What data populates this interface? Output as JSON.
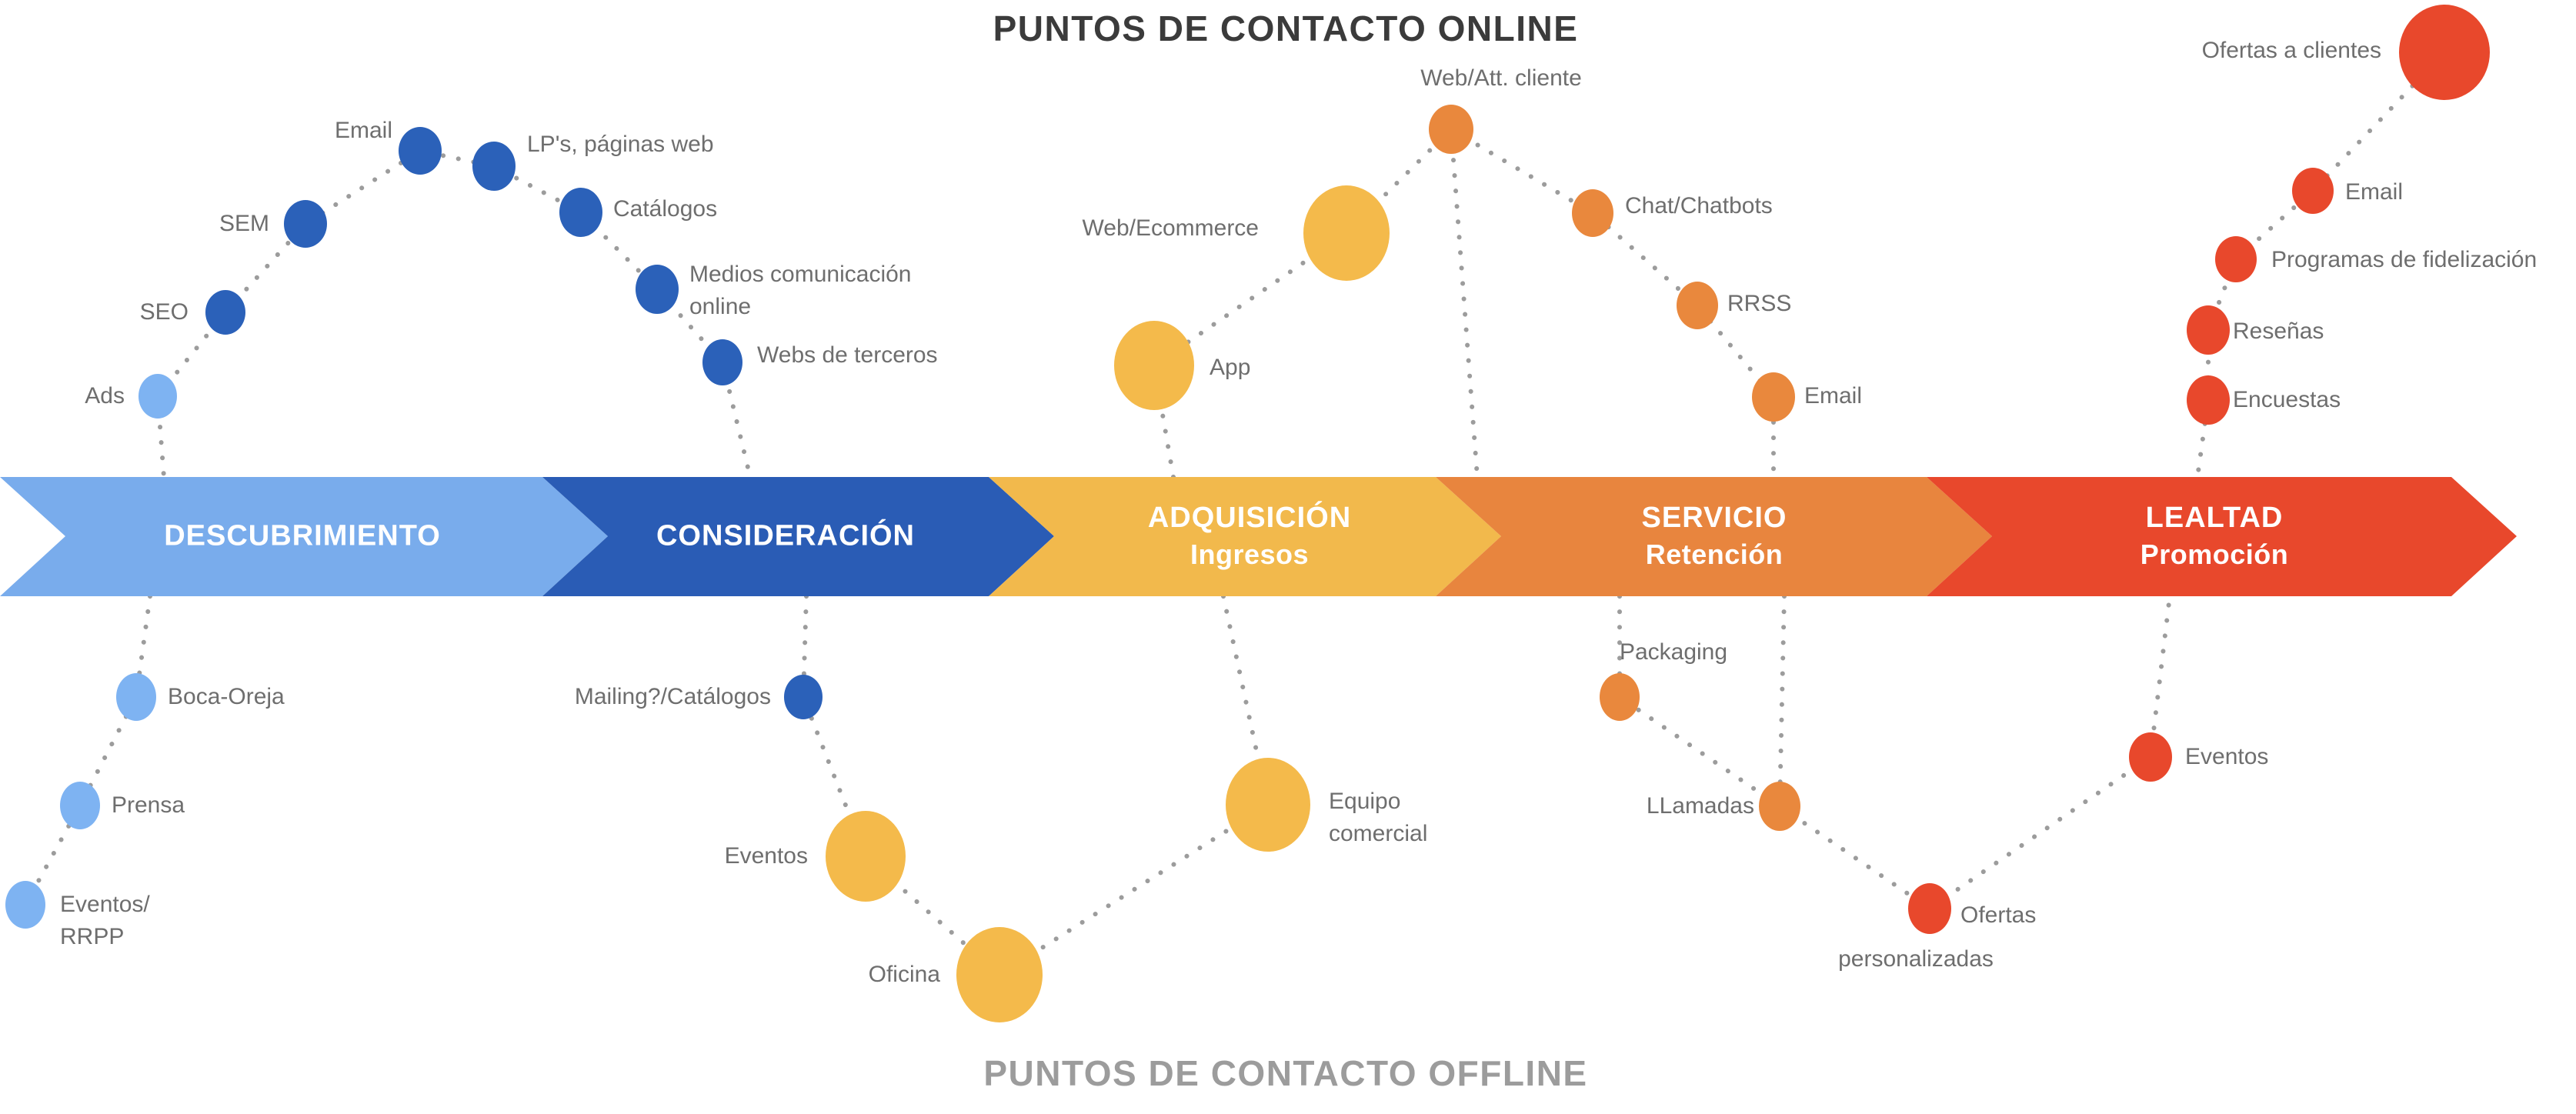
{
  "titles": {
    "online": "PUNTOS DE CONTACTO ONLINE",
    "offline": "PUNTOS DE CONTACTO OFFLINE"
  },
  "colors": {
    "stage_discovery": "#79ACEC",
    "stage_consideration": "#2A5CB5",
    "stage_acquisition": "#F2B94C",
    "stage_service": "#E8853E",
    "stage_loyalty": "#E8482C",
    "dot_light_blue": "#7EB3F2",
    "dot_dark_blue": "#2B61B9",
    "dot_yellow": "#F4BA4B",
    "dot_orange": "#E9883D",
    "dot_red": "#E8482C",
    "dotted_line": "#9C9C9C",
    "label_text": "#6E6E6E",
    "title_online": "#3B3B3B",
    "title_offline": "#9C9C9C",
    "stage_text": "#FFFFFF"
  },
  "stages": [
    {
      "label": "DESCUBRIMIENTO",
      "sublabel": "",
      "color": "#79ACEC",
      "online": [
        {
          "label": "Ads"
        },
        {
          "label": "SEO"
        },
        {
          "label": "SEM"
        },
        {
          "label": "Email"
        }
      ],
      "offline": [
        {
          "label": "Boca-Oreja"
        },
        {
          "label": "Prensa"
        },
        {
          "label": "Eventos/",
          "label2": "RRPP"
        }
      ]
    },
    {
      "label": "CONSIDERACIÓN",
      "sublabel": "",
      "color": "#2A5CB5",
      "online": [
        {
          "label": "LP's, páginas web"
        },
        {
          "label": "Catálogos"
        },
        {
          "label": "Medios comunicación",
          "label2": "online"
        },
        {
          "label": "Webs de terceros"
        }
      ],
      "offline": [
        {
          "label": "Mailing?/Catálogos"
        },
        {
          "label": "Eventos"
        },
        {
          "label": "Oficina"
        }
      ]
    },
    {
      "label": "ADQUISICIÓN",
      "sublabel": "Ingresos",
      "color": "#F2B94C",
      "online": [
        {
          "label": "Web/Ecommerce"
        },
        {
          "label": "App"
        }
      ],
      "offline": [
        {
          "label": "Equipo",
          "label2": "comercial"
        }
      ]
    },
    {
      "label": "SERVICIO",
      "sublabel": "Retención",
      "color": "#E8853E",
      "online": [
        {
          "label": "Web/Att. cliente"
        },
        {
          "label": "Chat/Chatbots"
        },
        {
          "label": "RRSS"
        },
        {
          "label": "Email"
        }
      ],
      "offline": [
        {
          "label": "Packaging"
        },
        {
          "label": "LLamadas"
        }
      ]
    },
    {
      "label": "LEALTAD",
      "sublabel": "Promoción",
      "color": "#E8482C",
      "online": [
        {
          "label": "Ofertas a clientes"
        },
        {
          "label": "Email"
        },
        {
          "label": "Programas de fidelización"
        },
        {
          "label": "Reseñas"
        },
        {
          "label": "Encuestas"
        }
      ],
      "offline": [
        {
          "label": "Ofertas",
          "label2": "personalizadas"
        },
        {
          "label": "Eventos"
        }
      ]
    }
  ]
}
